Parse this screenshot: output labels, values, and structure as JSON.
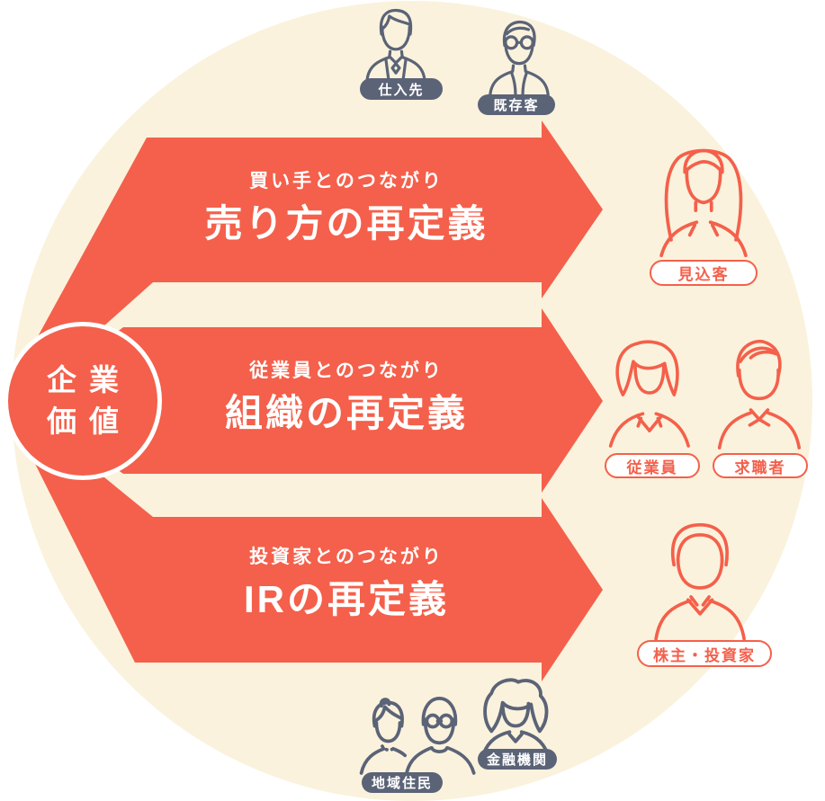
{
  "palette": {
    "arrow_orange": "#F4604B",
    "circle_cream": "#FAF2DC",
    "stakeholder_slate": "#5B6377",
    "text_white": "#FFFFFF"
  },
  "center_circle": {
    "line1": "企業",
    "line2": "価値"
  },
  "arrows": [
    {
      "subtitle": "買い手とのつながり",
      "title": "売り方の再定義"
    },
    {
      "subtitle": "従業員とのつながり",
      "title": "組織の再定義"
    },
    {
      "subtitle": "投資家とのつながり",
      "title": "IRの再定義"
    }
  ],
  "stakeholders": [
    {
      "label": "仕入先",
      "style": "slate",
      "icon": "supplier-man-icon"
    },
    {
      "label": "既存客",
      "style": "slate",
      "icon": "existing-customer-man-icon"
    },
    {
      "label": "見込客",
      "style": "orange",
      "icon": "prospect-woman-icon"
    },
    {
      "label": "従業員",
      "style": "orange",
      "icon": "employee-woman-icon"
    },
    {
      "label": "求職者",
      "style": "orange",
      "icon": "jobseeker-man-icon"
    },
    {
      "label": "株主・投資家",
      "style": "orange",
      "icon": "investor-man-icon"
    },
    {
      "label": "金融機関",
      "style": "slate",
      "icon": "bank-woman-icon"
    },
    {
      "label": "地域住民",
      "style": "slate",
      "icon": "residents-couple-icon"
    }
  ]
}
